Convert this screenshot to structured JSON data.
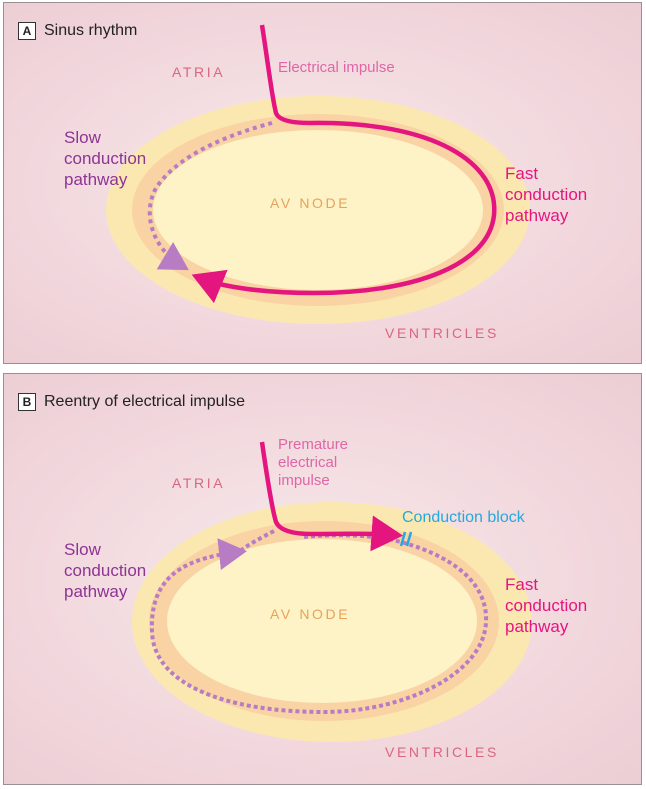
{
  "panel_a": {
    "letter": "A",
    "title": "Sinus rhythm",
    "atria": "ATRIA",
    "ventricles": "VENTRICLES",
    "av_node": "AV NODE",
    "impulse": "Electrical impulse",
    "slow": "Slow\nconduction\npathway",
    "fast": "Fast\nconduction\npathway"
  },
  "panel_b": {
    "letter": "B",
    "title": "Reentry of electrical impulse",
    "atria": "ATRIA",
    "ventricles": "VENTRICLES",
    "av_node": "AV NODE",
    "impulse": "Premature\nelectrical\nimpulse",
    "slow": "Slow\nconduction\npathway",
    "fast": "Fast\nconduction\npathway",
    "block": "Conduction block"
  },
  "colors": {
    "fast_pathway": "#e5157f",
    "slow_pathway": "#b77cc4",
    "block": "#27a8dd",
    "node_outer": "#fbe8b0",
    "node_ring": "#f9d3a3",
    "node_inner": "#fdf3c6"
  }
}
